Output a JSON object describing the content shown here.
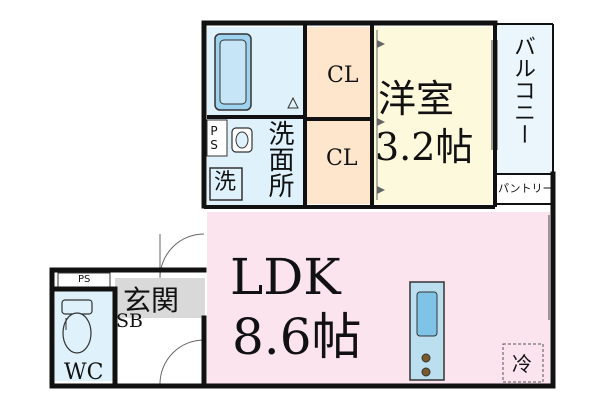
{
  "rooms": {
    "western": {
      "name": "洋室",
      "size": "3.2帖"
    },
    "ldk": {
      "name": "LDK",
      "size": "8.6帖"
    },
    "closet_top": "CL",
    "closet_bottom": "CL",
    "washroom": "洗面所",
    "balcony": "バルコニー",
    "pantry": "パントリー",
    "entrance": "玄関",
    "shoebox": "SB",
    "toilet": "WC",
    "ps_top": "PS",
    "ps_left": "PS",
    "washer": "洗",
    "fridge": "冷"
  },
  "colors": {
    "ldk_floor": "#fce4ef",
    "western_floor": "#fdf9dc",
    "wet_area": "#dff2fb",
    "closet": "#fde6cc",
    "balcony": "#eaf6fb",
    "entrance": "#d9d9d9",
    "wall": "#111111"
  }
}
